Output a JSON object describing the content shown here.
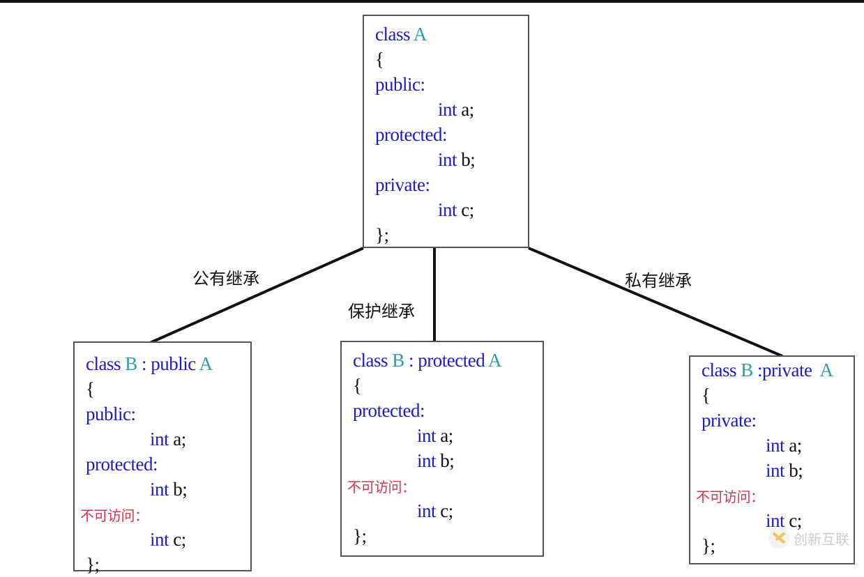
{
  "base_class": {
    "lines": [
      {
        "indent": false,
        "parts": [
          {
            "t": "class ",
            "c": "kw"
          },
          {
            "t": "A",
            "c": "cls"
          }
        ]
      },
      {
        "indent": false,
        "parts": [
          {
            "t": "{",
            "c": "plain"
          }
        ]
      },
      {
        "indent": false,
        "parts": [
          {
            "t": "public:",
            "c": "kw"
          }
        ]
      },
      {
        "indent": true,
        "parts": [
          {
            "t": "int ",
            "c": "kw"
          },
          {
            "t": "a;",
            "c": "plain"
          }
        ]
      },
      {
        "indent": false,
        "parts": [
          {
            "t": "protected:",
            "c": "kw"
          }
        ]
      },
      {
        "indent": true,
        "parts": [
          {
            "t": "int ",
            "c": "kw"
          },
          {
            "t": "b;",
            "c": "plain"
          }
        ]
      },
      {
        "indent": false,
        "parts": [
          {
            "t": "private:",
            "c": "kw"
          }
        ]
      },
      {
        "indent": true,
        "parts": [
          {
            "t": "int ",
            "c": "kw"
          },
          {
            "t": "c;",
            "c": "plain"
          }
        ]
      },
      {
        "indent": false,
        "parts": [
          {
            "t": "};",
            "c": "plain"
          }
        ]
      }
    ]
  },
  "edges": [
    {
      "label": "公有继承"
    },
    {
      "label": "保护继承"
    },
    {
      "label": "私有继承"
    }
  ],
  "derived_classes": [
    {
      "name": "public",
      "lines": [
        {
          "indent": false,
          "parts": [
            {
              "t": "class ",
              "c": "kw"
            },
            {
              "t": "B",
              "c": "cls"
            },
            {
              "t": " : public ",
              "c": "kw"
            },
            {
              "t": "A",
              "c": "cls"
            }
          ]
        },
        {
          "indent": false,
          "parts": [
            {
              "t": "{",
              "c": "plain"
            }
          ]
        },
        {
          "indent": false,
          "parts": [
            {
              "t": "public:",
              "c": "kw"
            }
          ]
        },
        {
          "indent": true,
          "parts": [
            {
              "t": "int ",
              "c": "kw"
            },
            {
              "t": "a;",
              "c": "plain"
            }
          ]
        },
        {
          "indent": false,
          "parts": [
            {
              "t": "protected:",
              "c": "kw"
            }
          ]
        },
        {
          "indent": true,
          "parts": [
            {
              "t": "int ",
              "c": "kw"
            },
            {
              "t": "b;",
              "c": "plain"
            }
          ]
        },
        {
          "indent": false,
          "parts": [
            {
              "t": "不可访问：",
              "c": "red"
            }
          ]
        },
        {
          "indent": true,
          "parts": [
            {
              "t": "int ",
              "c": "kw"
            },
            {
              "t": "c;",
              "c": "plain"
            }
          ]
        },
        {
          "indent": false,
          "parts": [
            {
              "t": "};",
              "c": "plain"
            }
          ]
        }
      ]
    },
    {
      "name": "protected",
      "lines": [
        {
          "indent": false,
          "parts": [
            {
              "t": "class ",
              "c": "kw"
            },
            {
              "t": "B",
              "c": "cls"
            },
            {
              "t": " : protected ",
              "c": "kw"
            },
            {
              "t": "A",
              "c": "cls"
            }
          ]
        },
        {
          "indent": false,
          "parts": [
            {
              "t": "{",
              "c": "plain"
            }
          ]
        },
        {
          "indent": false,
          "parts": [
            {
              "t": "protected:",
              "c": "kw"
            }
          ]
        },
        {
          "indent": true,
          "parts": [
            {
              "t": "int ",
              "c": "kw"
            },
            {
              "t": "a;",
              "c": "plain"
            }
          ]
        },
        {
          "indent": true,
          "parts": [
            {
              "t": "int ",
              "c": "kw"
            },
            {
              "t": "b;",
              "c": "plain"
            }
          ]
        },
        {
          "indent": false,
          "parts": [
            {
              "t": "不可访问：",
              "c": "red"
            }
          ]
        },
        {
          "indent": true,
          "parts": [
            {
              "t": "int ",
              "c": "kw"
            },
            {
              "t": "c;",
              "c": "plain"
            }
          ]
        },
        {
          "indent": false,
          "parts": [
            {
              "t": "};",
              "c": "plain"
            }
          ]
        }
      ]
    },
    {
      "name": "private",
      "lines": [
        {
          "indent": false,
          "parts": [
            {
              "t": "class ",
              "c": "kw"
            },
            {
              "t": "B",
              "c": "cls"
            },
            {
              "t": " :private  ",
              "c": "kw"
            },
            {
              "t": "A",
              "c": "cls"
            }
          ]
        },
        {
          "indent": false,
          "parts": [
            {
              "t": "{",
              "c": "plain"
            }
          ]
        },
        {
          "indent": false,
          "parts": [
            {
              "t": "private:",
              "c": "kw"
            }
          ]
        },
        {
          "indent": true,
          "parts": [
            {
              "t": "int ",
              "c": "kw"
            },
            {
              "t": "a;",
              "c": "plain"
            }
          ]
        },
        {
          "indent": true,
          "parts": [
            {
              "t": "int ",
              "c": "kw"
            },
            {
              "t": "b;",
              "c": "plain"
            }
          ]
        },
        {
          "indent": false,
          "parts": [
            {
              "t": "不可访问：",
              "c": "red"
            }
          ]
        },
        {
          "indent": true,
          "parts": [
            {
              "t": "int ",
              "c": "kw"
            },
            {
              "t": "c;",
              "c": "plain"
            }
          ]
        },
        {
          "indent": false,
          "parts": [
            {
              "t": "};",
              "c": "plain"
            }
          ]
        }
      ]
    }
  ],
  "watermark": {
    "text": "创新互联"
  },
  "colors": {
    "keyword": "#1c1cc4",
    "class_name": "#2f9ea6",
    "identifier": "#111111",
    "inaccessible": "#d8334c"
  }
}
